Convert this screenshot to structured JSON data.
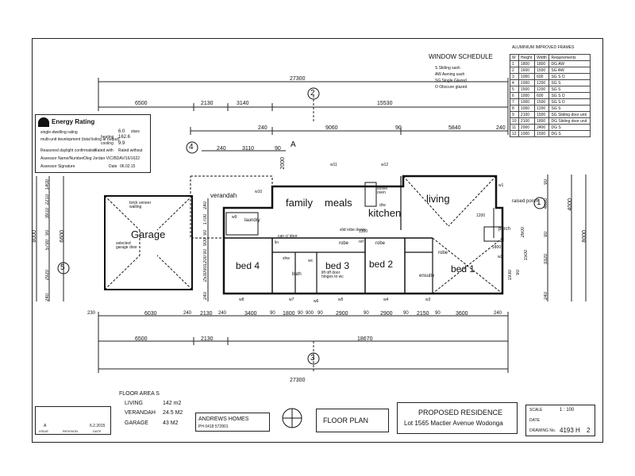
{
  "window_schedule": {
    "title": "WINDOW SCHEDULE",
    "legend": [
      "S  Sliding sash",
      "AW Awning sash",
      "SG Single Glazed",
      "O  Obscure glazed"
    ]
  },
  "frames_table": {
    "title": "ALUMINIUM IMPROVED FRAMES",
    "headers": [
      "W",
      "Height",
      "Width",
      "Requirements"
    ],
    "rows": [
      [
        "1",
        "1800",
        "1800",
        "DG  AW"
      ],
      [
        "2",
        "1600",
        "1500",
        "SG  AW"
      ],
      [
        "3",
        "1000",
        "600",
        "SG  S  O"
      ],
      [
        "4",
        "1000",
        "1200",
        "SG  S"
      ],
      [
        "5",
        "1500",
        "1200",
        "SG  S"
      ],
      [
        "6",
        "1000",
        "600",
        "SG  S  O"
      ],
      [
        "7",
        "1000",
        "1500",
        "SG  S  O"
      ],
      [
        "8",
        "1000",
        "1200",
        "SG  S"
      ],
      [
        "9",
        "2100",
        "1500",
        "SG Sliding door unit"
      ],
      [
        "10",
        "2100",
        "1800",
        "DG Sliding door unit"
      ],
      [
        "11",
        "2000",
        "2400",
        "DG  S"
      ],
      [
        "12",
        "1000",
        "1500",
        "DG  S"
      ]
    ]
  },
  "energy": {
    "title": "Energy Rating",
    "line1": "single-dwelling rating",
    "line2": "multi-unit development (total listing at output)",
    "heating_label": "heating",
    "heating_value": "162.6",
    "cooling_label": "cooling",
    "cooling_value": "9.9",
    "stars": "6.0",
    "stars_unit": "stars",
    "daylight": "Reasoned daylight confirmation",
    "rated_with": "Rated with",
    "rated_without": "Rated without",
    "assessor": "Assessor Name/Number",
    "assessor_value": "Oleg Jordan VIC/BDAV/16/1622",
    "signature": "Assessor Signature",
    "date_label": "Date",
    "date_value": "06.02.15"
  },
  "dims": {
    "top_overall": "27300",
    "top_segments": [
      "6500",
      "2130",
      "3140",
      "15530"
    ],
    "house_240_l": "240",
    "house_9060": "9060",
    "house_90": "90",
    "house_5840": "5840",
    "house_240_r": "240",
    "verandah_240": "240",
    "verandah_3110": "3110",
    "verandah_90": "90",
    "v2000": "2000",
    "bottom_row1": [
      "230",
      "6030",
      "240",
      "2130",
      "240",
      "3400",
      "90",
      "1800",
      "90",
      "900",
      "90",
      "2900",
      "90",
      "2900",
      "90",
      "2150",
      "90",
      "3600",
      "240"
    ],
    "bottom_row2": [
      "6500",
      "2130",
      "18670"
    ],
    "bottom_overall": "27300",
    "left_overall": "8000",
    "left_a": [
      "1400",
      "2210",
      "3910",
      "90",
      "5790",
      "2920",
      "240"
    ],
    "left_b": [
      "6600"
    ],
    "left_c": [
      "240",
      "1700",
      "90",
      "900",
      "90",
      "1200",
      "90",
      "2530",
      "240"
    ],
    "right_overall": "8000",
    "right_a": [
      "90",
      "4000",
      "90",
      "3320",
      "240"
    ],
    "right_b": [
      "4000"
    ],
    "right_c": [
      "2600",
      "1930",
      "90",
      "1500"
    ]
  },
  "grid": {
    "a": "A",
    "t2": "2",
    "t3": "3",
    "l4": "4",
    "l5": "5",
    "r1": "1"
  },
  "rooms": {
    "family": "family",
    "meals": "meals",
    "kitchen": "kitchen",
    "living": "living",
    "garage": "Garage",
    "verandah": "verandah",
    "bed4": "bed 4",
    "bed3": "bed 3",
    "bed2": "bed 2",
    "bed1": "bed 1",
    "laundry": "laundry",
    "porch": "porch",
    "raised_porch": "raised porch",
    "robe1": "robe",
    "robe2": "robe",
    "robe3": "robe",
    "ensuite": "ensuite",
    "bath": "bath",
    "wc": "wc",
    "shw": "shw",
    "lift_off": "lift off door hinges to wc",
    "slid_robe": "slid robe doors",
    "brick_veneer": "brick veneer walling",
    "garage_door": "selected garage door",
    "stove": "stove/ oven",
    "dw": "d/w",
    "ref": "ref",
    "linen": "lin",
    "can_door": "can c/ door",
    "w1300": "1300",
    "w1200": "1200",
    "w1800": "1800",
    "w3320": "3320",
    "w2600": "2600"
  },
  "windows": [
    "w1",
    "w2",
    "w3",
    "w4",
    "w5",
    "w6",
    "w7",
    "w8",
    "w9",
    "w10",
    "w11",
    "w12"
  ],
  "floor_areas": {
    "title": "FLOOR AREA S",
    "living_label": "LIVING",
    "living_value": "142 m2",
    "verandah_label": "VERANDAH",
    "verandah_value": "24.5 M2",
    "garage_label": "GARAGE",
    "garage_value": "43 M2"
  },
  "revision": {
    "mark": "A",
    "date": "6.2.2015",
    "cols": [
      "ISSUE",
      "REVISION",
      "DATE"
    ]
  },
  "builder": {
    "name": "ANDREWS HOMES",
    "phone": "PH 0418 572801"
  },
  "plan_title": "FLOOR PLAN",
  "project": {
    "title": "PROPOSED  RESIDENCE",
    "address": "Lot 1565 Mactier Avenue Wodonga"
  },
  "drawing": {
    "scale_label": "SCALE",
    "scale_value": "1 : 100",
    "date_label": "DATE",
    "number_label": "DRAWING No.",
    "number_value": "4193 H",
    "sheet": "2"
  }
}
